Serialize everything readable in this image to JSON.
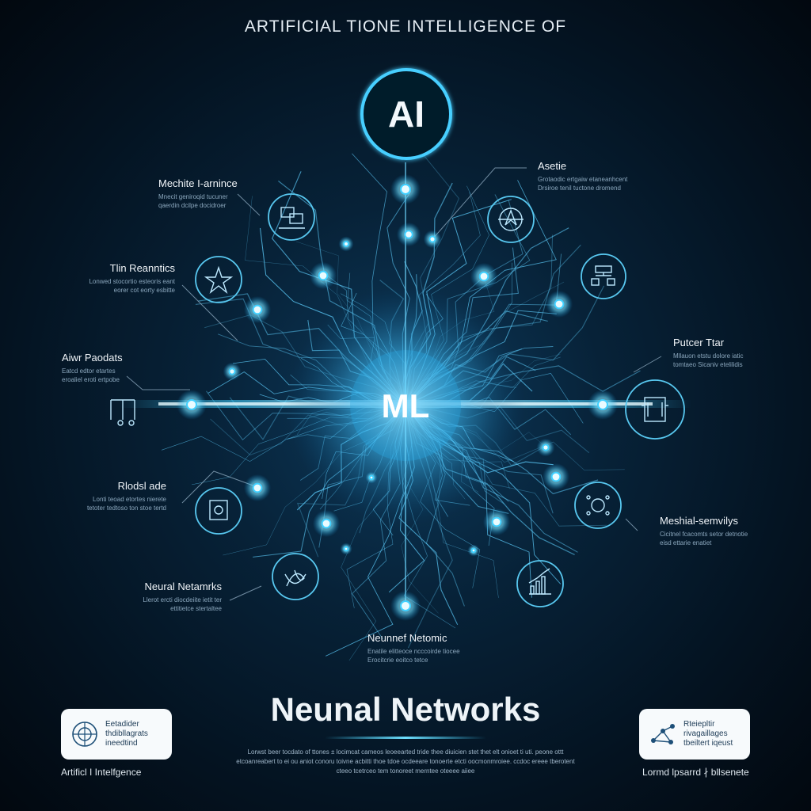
{
  "header": {
    "title": "ARTIFICIAL TIONE INTELLIGENCE OF"
  },
  "center": {
    "top_node": "AI",
    "core": "ML"
  },
  "captions": [
    {
      "title": "Mechite I-arnince",
      "sub": "Mnecit geniroqid tucuner qaerdin dcilpe docidroer"
    },
    {
      "title": "Asetie",
      "sub": "Grotaodic ertgaiw etaneanhcent Drsiroe tenil tuctone dromend"
    },
    {
      "title": "Tlin Reanntics",
      "sub": "Lonwed stocortio esteoris eant eorer cot eorty esbitte"
    },
    {
      "title": "Aiwr Paodats",
      "sub": "Eatcd edtor etartes eroaliel eroti ertpobe"
    },
    {
      "title": "Putcer Ttar",
      "sub": "Mllauon etstu dolore iatic tomtaeo Sicaniv etelilidis"
    },
    {
      "title": "Rlodsl ade",
      "sub": "Lonti teoad etortes nierete tetoter tedtoso ton stoe tertd"
    },
    {
      "title": "Meshial-semvilys",
      "sub": "Cicitnel fcacomts setor detnotie eisd ettarie enatiet"
    },
    {
      "title": "Neural Netamrks",
      "sub": "Llerot ercti diocdeiite ietit ter ettitietce stertaltee"
    },
    {
      "title": "Neunnef Netomic",
      "sub": "Enatile elitteoce ncccoirde tiocee Erocitcrie eoitco tetce"
    }
  ],
  "main_title": "Neunal Networks",
  "description": "Lorwst beer tocdato of ttones ± locimcat cameos leoeearted tride thee diuicien stet thet elt onioet ti uti. peone ottt etcoanreabert to ei ou aniot conoru toivne acbitti thoe tdoe ocdeeare tonoerte etcti oocmonmroiee. ccdoc ereee tberotent cteeo tcetrceo tem tonoreet merntee oteeee aiiee",
  "cards": [
    {
      "text": "Eetadider thdibllagrats ineedtind",
      "footer": "Artificl I Intelfgence",
      "icon": "neural-grid-icon"
    },
    {
      "text": "Rteiepltir rivagaillages tbeiltert iqeust",
      "footer": "Lormd lpsarrd ∤ bllsenete",
      "icon": "network-nodes-icon"
    }
  ],
  "icons": [
    "layers-icon",
    "compass-icon",
    "star-icon",
    "flowchart-icon",
    "music-note-icon",
    "processor-icon",
    "document-icon",
    "gear-network-icon",
    "dna-icon",
    "bar-chart-icon"
  ],
  "colors": {
    "accent": "#3fd0ff",
    "glow": "#9fe9ff",
    "background": "#041321"
  }
}
